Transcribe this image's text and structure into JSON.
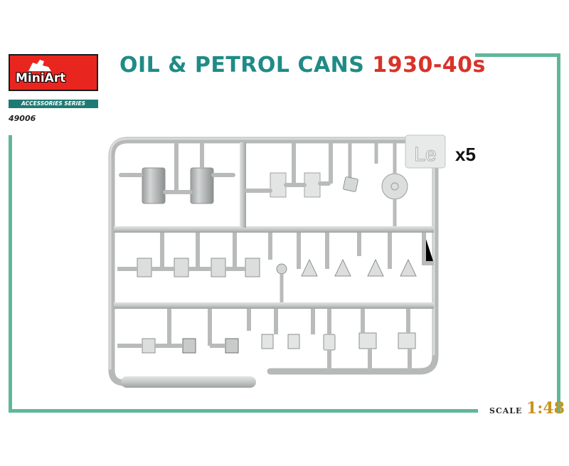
{
  "brand": {
    "logo_text": "MiniArt",
    "series_label": "ACCESSORIES SERIES",
    "product_code": "49006"
  },
  "title": {
    "main": "OIL & PETROL CANS",
    "years": "1930-40s"
  },
  "sprue": {
    "letter": "Le",
    "quantity": "x5"
  },
  "scale": {
    "label": "SCALE",
    "value": "1:48"
  },
  "colors": {
    "frame": "#5fb79a",
    "logo_red": "#e8261f",
    "title_teal": "#1f8b86",
    "title_red": "#d8332a",
    "scale_gold": "#c8941e",
    "plastic": "#c4c6c6"
  }
}
